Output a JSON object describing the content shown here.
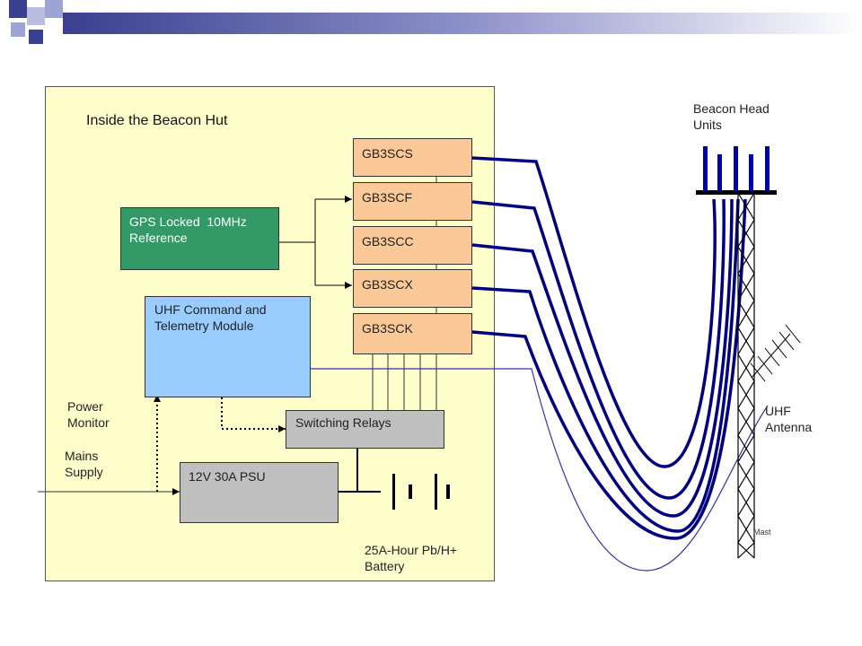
{
  "colors": {
    "hut_bg": "#ffffcc",
    "gps_box": "#339966",
    "uhf_box": "#99ccff",
    "beacon_box": "#fbc997",
    "grey_box": "#c0c0c0",
    "cable": "#000080",
    "antenna_cable": "#3333aa"
  },
  "hut": {
    "title": "Inside the Beacon Hut"
  },
  "blocks": {
    "gps": "GPS Locked  10MHz\nReference",
    "uhf": "UHF Command and\nTelemetry Module",
    "relays": "Switching Relays",
    "psu": "12V 30A PSU"
  },
  "beacons": [
    "GB3SCS",
    "GB3SCF",
    "GB3SCC",
    "GB3SCX",
    "GB3SCK"
  ],
  "labels": {
    "power_monitor": "Power\nMonitor",
    "mains_supply": "Mains\nSupply",
    "battery": "25A-Hour Pb/H+\nBattery",
    "beacon_head_units": "Beacon Head\nUnits",
    "uhf_antenna": "UHF\nAntenna",
    "mast": "Mast"
  },
  "decor": {
    "header_icon": "squares-icon"
  }
}
